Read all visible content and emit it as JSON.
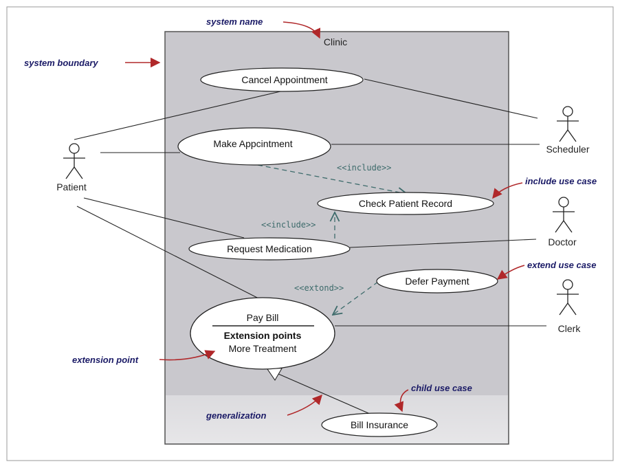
{
  "diagram": {
    "system_name": "Clinic",
    "actors": {
      "patient": "Patient",
      "scheduler": "Scheduler",
      "doctor": "Doctor",
      "clerk": "Clerk"
    },
    "use_cases": {
      "cancel_appointment": "Cancel Appointment",
      "make_appointment": "Make Appcintment",
      "check_patient_record": "Check Patient Record",
      "request_medication": "Request Medication",
      "defer_payment": "Defer Payment",
      "pay_bill": "Pay Bill",
      "bill_insurance": "Bill Insurance"
    },
    "extension_section": {
      "heading": "Extension points",
      "point": "More Treatment"
    },
    "stereotypes": {
      "include_1": "<<include>>",
      "include_2": "<<include>>",
      "extend": "<<extond>>"
    },
    "annotations": {
      "system_name": "system name",
      "system_boundary": "system boundary",
      "include_use_case": "include use case",
      "extend_use_case": "extend use case",
      "extension_point": "extension point",
      "generalization": "generalization",
      "child_use_case": "child use case"
    },
    "colors": {
      "boundary_fill": "#c9c8cd",
      "annotation_text": "#1a1a66",
      "annotation_arrow": "#b0282a",
      "dependency_line": "#3d6b6b"
    }
  }
}
